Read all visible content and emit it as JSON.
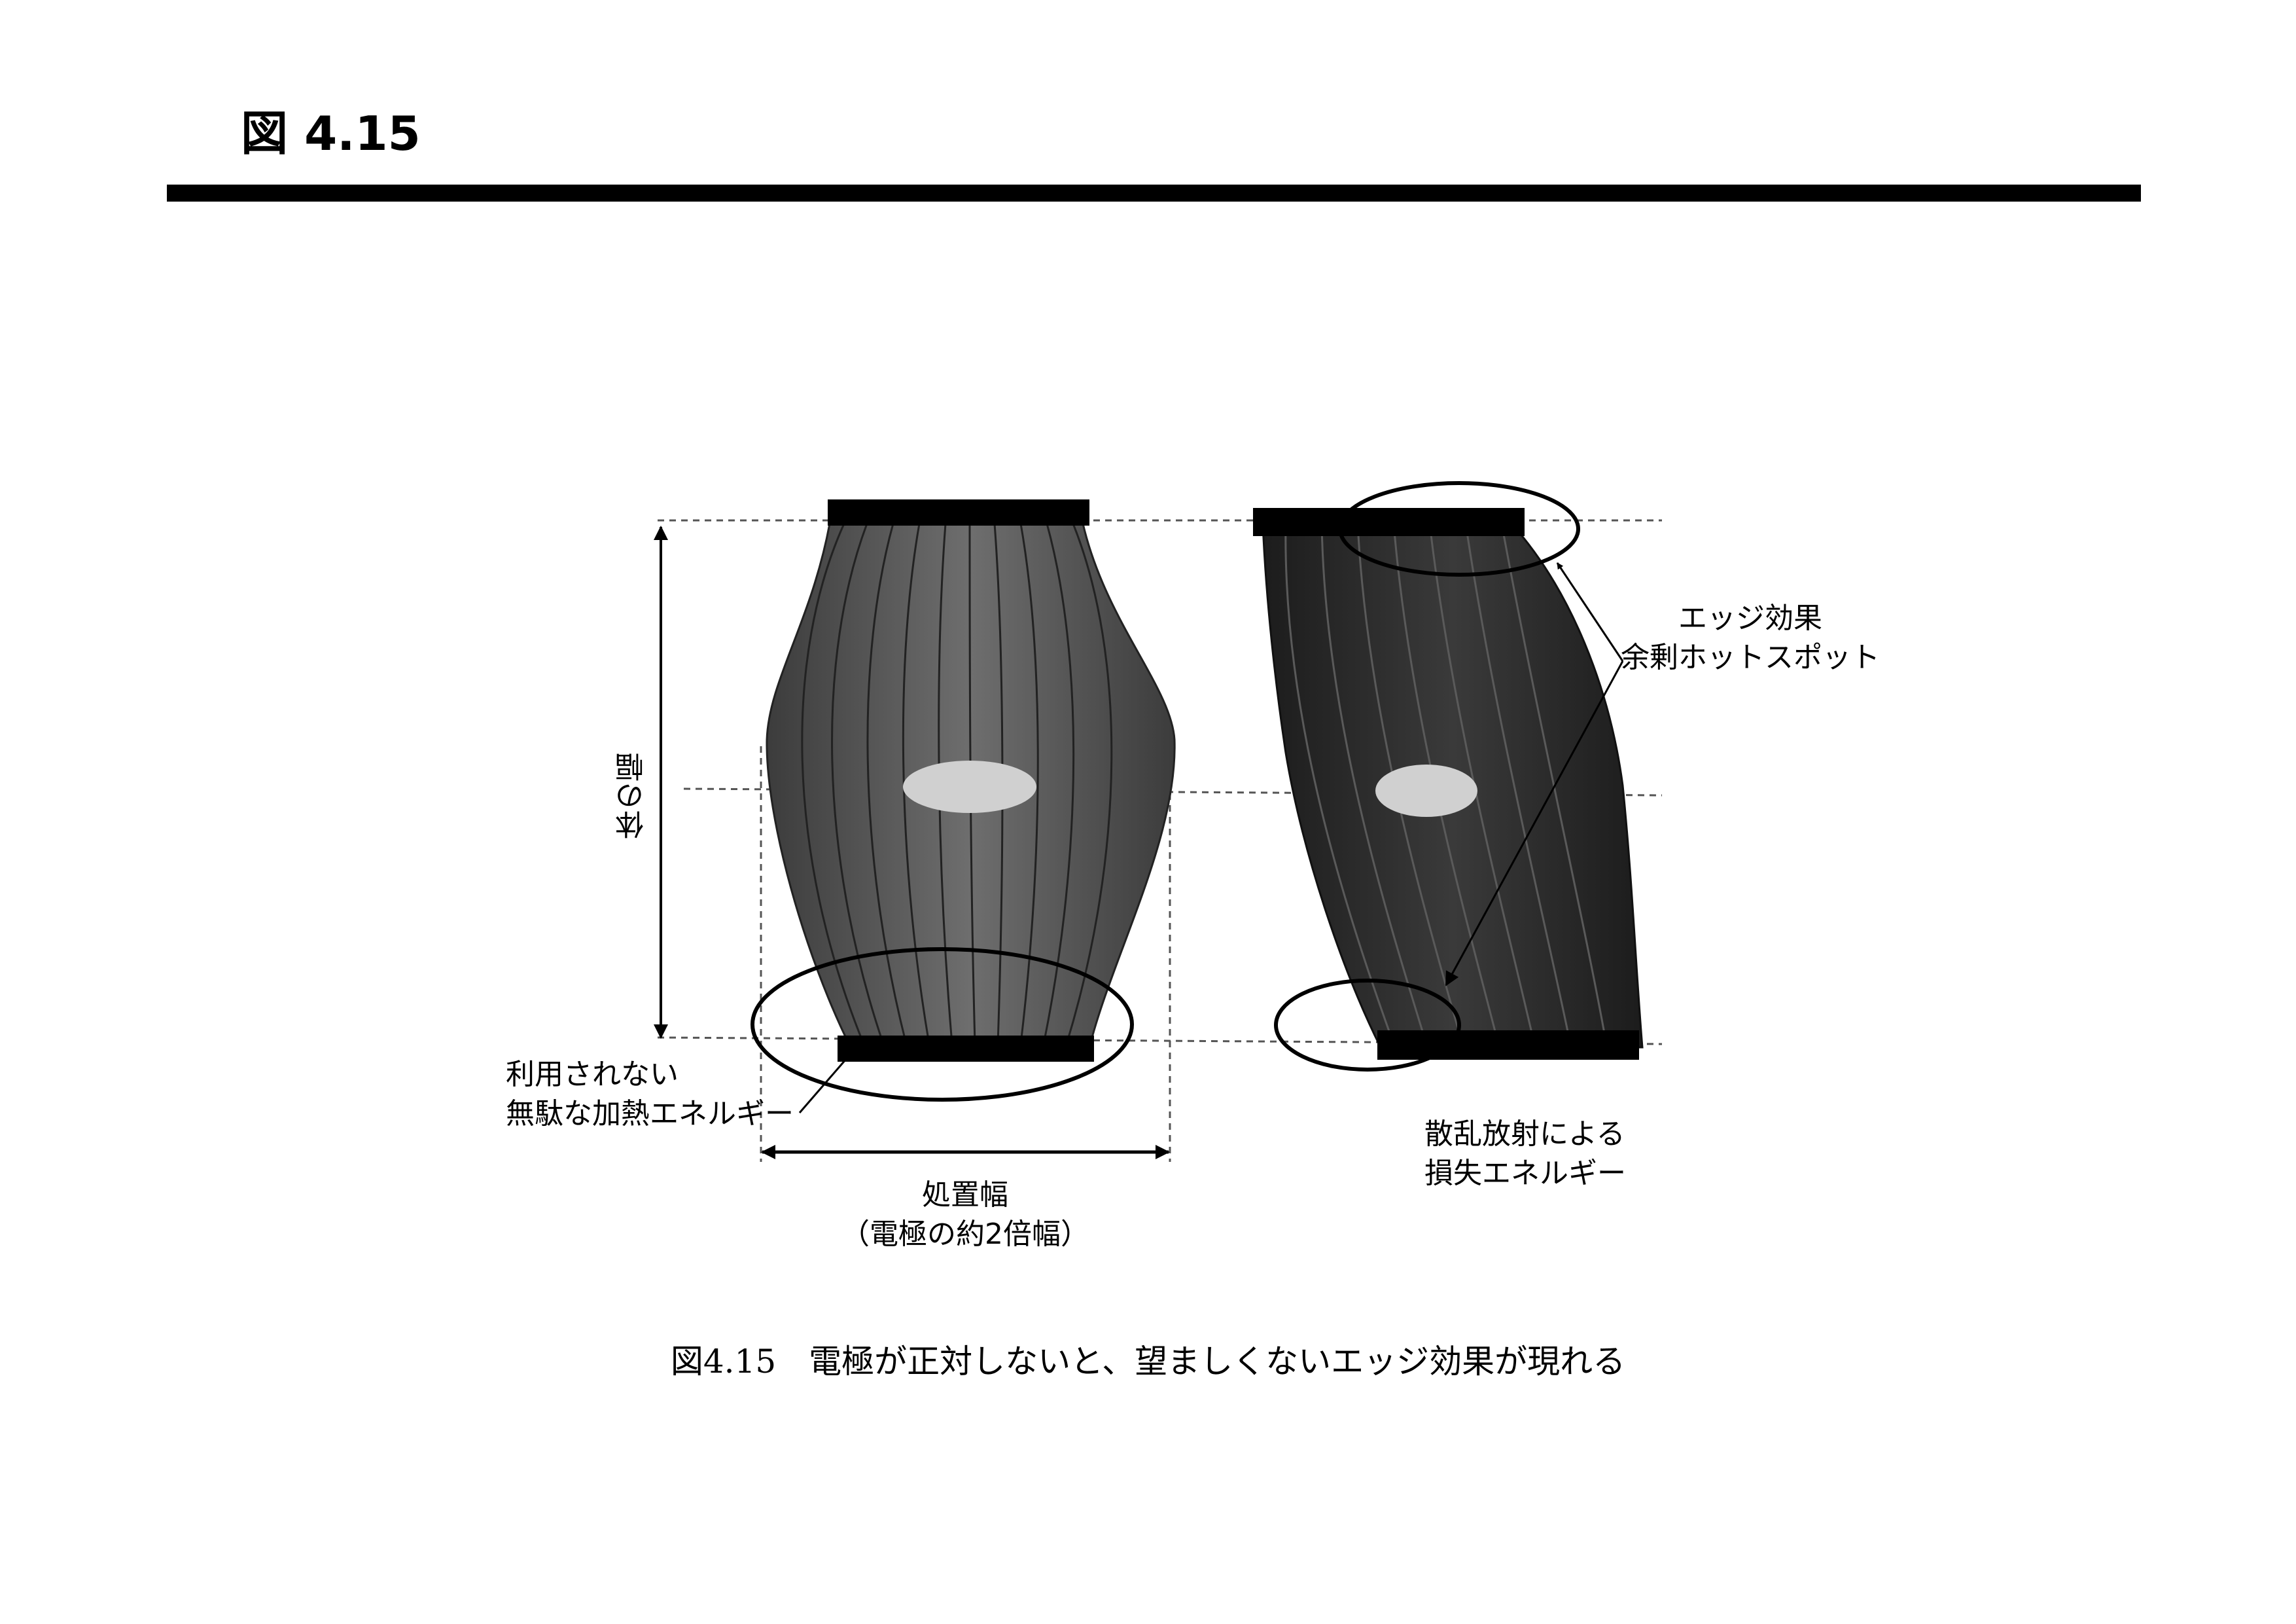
{
  "slide": {
    "title": "図 4.15"
  },
  "diagram": {
    "labels": {
      "body_width": "体の幅",
      "wasted_energy": [
        "利用されない",
        "無駄な加熱エネルギー"
      ],
      "treatment_width": [
        "処置幅",
        "（電極の約2倍幅）"
      ],
      "edge_effect": [
        "エッジ効果",
        "余剰ホットスポット"
      ],
      "scatter_loss": [
        "散乱放射による",
        "損失エネルギー"
      ]
    },
    "colors": {
      "tissue_left": "#5a5a5a",
      "tissue_right": "#2a2a2a",
      "electrode": "#000000",
      "target": "#d0d0d0",
      "guide_line": "#555555"
    }
  },
  "caption": "図4.15　電極が正対しないと、望ましくないエッジ効果が現れる"
}
